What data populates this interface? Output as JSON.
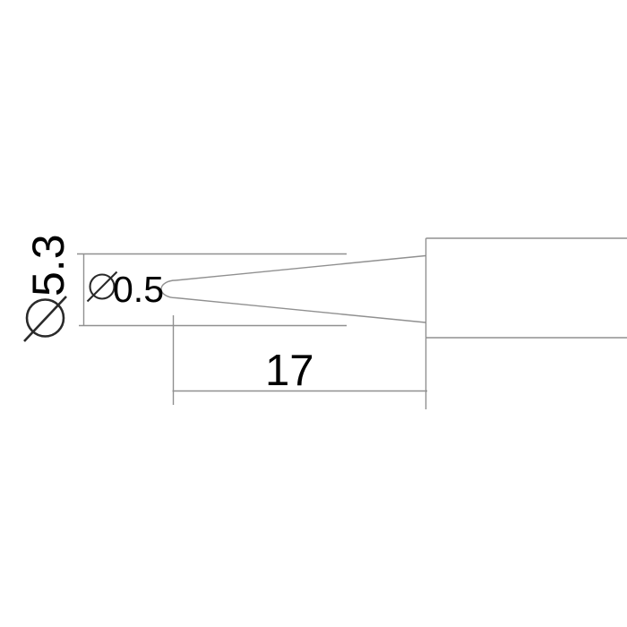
{
  "dimensions": {
    "shank_diameter": {
      "symbol": "⌀",
      "value": "5.3"
    },
    "tip_diameter": {
      "symbol": "⌀",
      "value": "0.5"
    },
    "taper_length": {
      "value": "17"
    }
  },
  "icons": {
    "diameter_symbol": "circle-with-diagonal-slash"
  },
  "colors": {
    "background": "#ffffff",
    "line": "#909090",
    "symbol": "#2a2a2a",
    "text": "#000000"
  }
}
